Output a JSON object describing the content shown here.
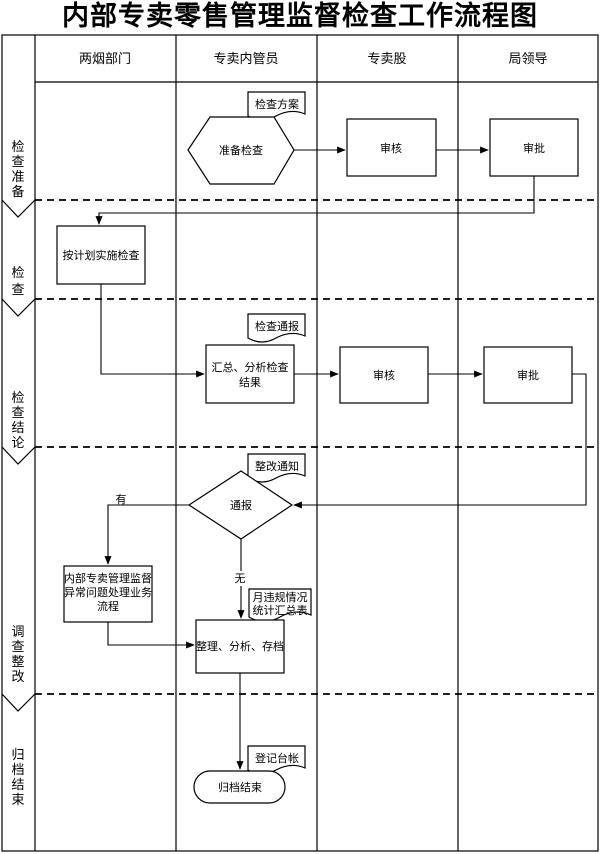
{
  "title": "内部专卖零售管理监督检查工作流程图",
  "columns": [
    "两烟部门",
    "专卖内管员",
    "专卖股",
    "局领导"
  ],
  "phases": [
    {
      "id": "prep",
      "chars": [
        "检",
        "查",
        "准",
        "备"
      ]
    },
    {
      "id": "check",
      "chars": [
        "检",
        "查"
      ]
    },
    {
      "id": "conclusion",
      "chars": [
        "检",
        "查",
        "结",
        "论"
      ]
    },
    {
      "id": "rectify",
      "chars": [
        "调",
        "查",
        "整",
        "改"
      ]
    },
    {
      "id": "archive",
      "chars": [
        "归",
        "档",
        "结",
        "束"
      ]
    }
  ],
  "nodes": {
    "prepare_check": "准备检查",
    "doc_plan": "检查方案",
    "review_1": "审核",
    "approve_1": "审批",
    "implement": "按计划实施检查",
    "summary_l1": "汇总、分析检查",
    "summary_l2": "结果",
    "doc_report": "检查通报",
    "review_2": "审核",
    "approve_2": "审批",
    "notify": "通报",
    "doc_rectify": "整改通知",
    "flow_l1": "内部专卖管理监督",
    "flow_l2": "异常问题处理业务",
    "flow_l3": "流程",
    "organize": "整理、分析、存档",
    "doc_monthly_l1": "月违规情况",
    "doc_monthly_l2": "统计汇总表",
    "doc_ledger": "登记台帐",
    "end": "归档结束"
  },
  "edge_labels": {
    "yes": "有",
    "no": "无"
  }
}
